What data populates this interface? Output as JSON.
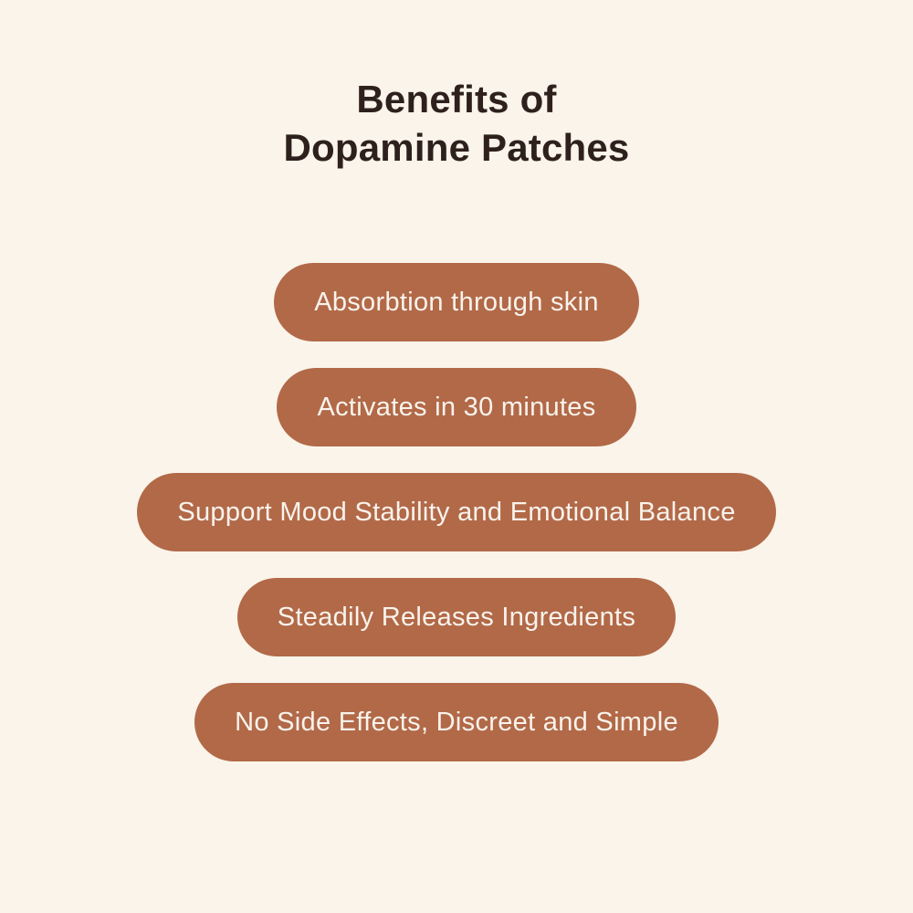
{
  "page": {
    "background_color": "#FAF4EA"
  },
  "title": {
    "line1": "Benefits of",
    "line2": "Dopamine Patches",
    "color": "#2E211D"
  },
  "benefits": {
    "pill_color": "#B26948",
    "text_color": "#F8F3EC",
    "items": [
      {
        "label": "Absorbtion through skin"
      },
      {
        "label": "Activates in 30 minutes"
      },
      {
        "label": "Support Mood Stability and Emotional Balance"
      },
      {
        "label": "Steadily Releases Ingredients"
      },
      {
        "label": "No Side Effects, Discreet and Simple"
      }
    ]
  }
}
